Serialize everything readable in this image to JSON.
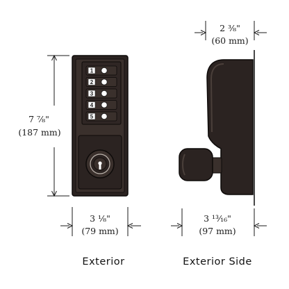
{
  "dimensions": {
    "height_imperial": "7 ⅞\"",
    "height_metric": "(187 mm)",
    "front_width_imperial": "3 ⅛\"",
    "front_width_metric": "(79 mm)",
    "side_top_imperial": "2 ⅜\"",
    "side_top_metric": "(60 mm)",
    "side_bottom_imperial": "3 ¹³⁄₁₆\"",
    "side_bottom_metric": "(97 mm)"
  },
  "captions": {
    "exterior": "Exterior",
    "exterior_side": "Exterior Side"
  },
  "keypad": {
    "buttons": [
      "1",
      "2",
      "3",
      "4",
      "5"
    ]
  },
  "colors": {
    "lock_body": "#2b2321",
    "lock_edge": "#0d0a09",
    "line": "#1a1a1a"
  }
}
